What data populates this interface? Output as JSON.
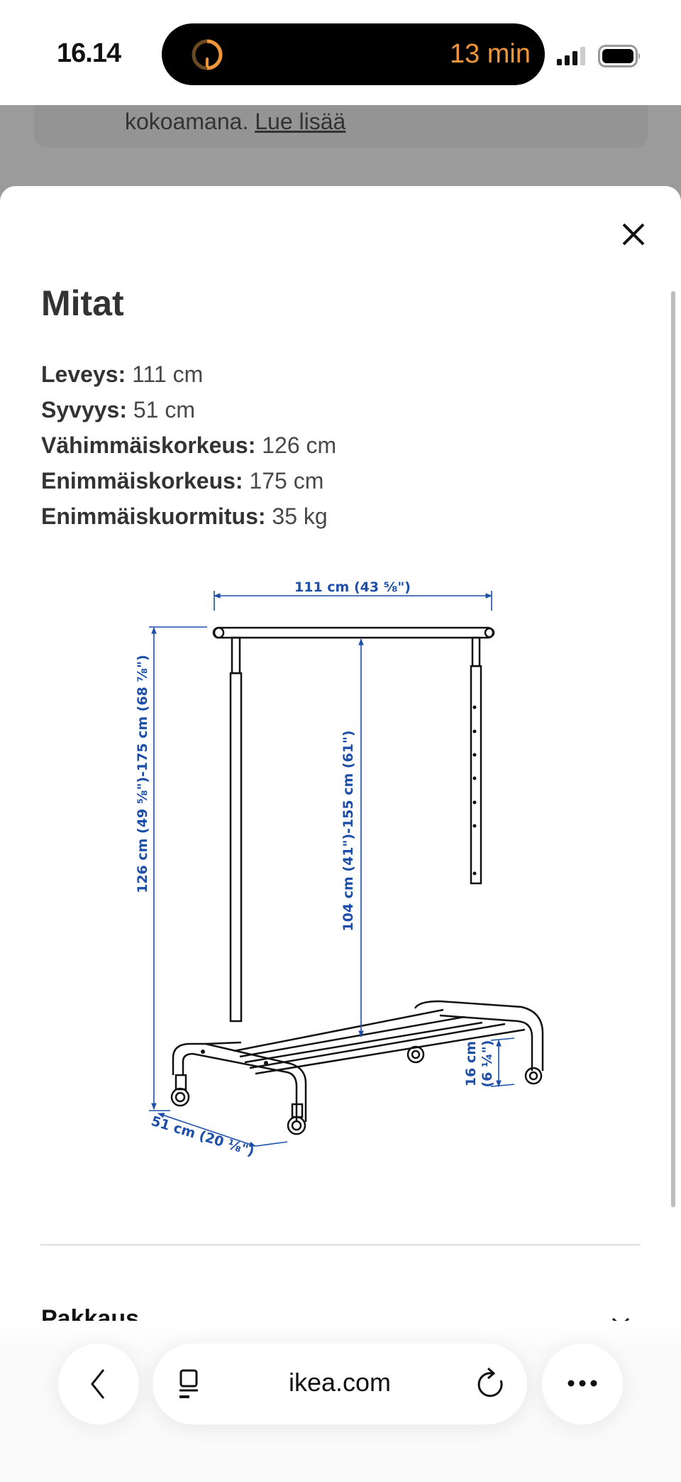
{
  "status_bar": {
    "time": "16.14",
    "activity_time": "13 min",
    "accent": "#f0963a",
    "icons": [
      "timer-icon",
      "signal-icon",
      "battery-icon"
    ]
  },
  "background": {
    "text": "kokoamana.",
    "link": "Lue lisää"
  },
  "sheet": {
    "title": "Mitat",
    "specs": [
      {
        "label": "Leveys:",
        "value": "111 cm"
      },
      {
        "label": "Syvyys:",
        "value": "51 cm"
      },
      {
        "label": "Vähimmäiskorkeus:",
        "value": "126 cm"
      },
      {
        "label": "Enimmäiskorkeus:",
        "value": "175 cm"
      },
      {
        "label": "Enimmäiskuormitus:",
        "value": "35 kg"
      }
    ],
    "diagram": {
      "width": "111 cm (43 ⅝\")",
      "height": "126 cm (49 ⅝\")-175 cm (68 ⅞\")",
      "rail_height": "104 cm (41\")-155 cm (61\")",
      "shelf_height_cm": "16 cm",
      "shelf_height_in": "(6 ¼\")",
      "depth": "51 cm (20 ⅛\")",
      "dimension_color": "#1d4fa8"
    },
    "next_section": "Pakkaus"
  },
  "browser": {
    "url": "ikea.com",
    "icons": [
      "back-icon",
      "tabs-icon",
      "reload-icon",
      "more-icon"
    ]
  }
}
